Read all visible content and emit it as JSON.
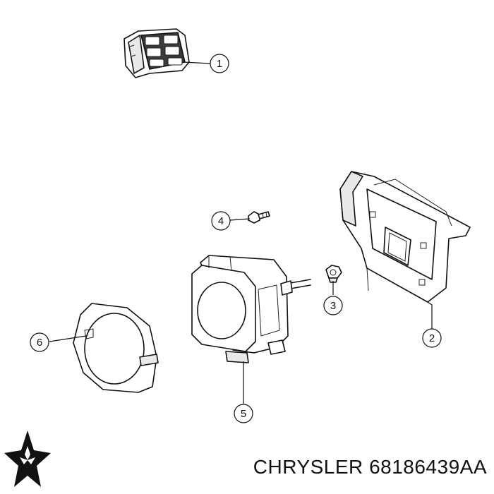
{
  "diagram": {
    "callouts": [
      {
        "number": "1"
      },
      {
        "number": "2"
      },
      {
        "number": "3"
      },
      {
        "number": "4"
      },
      {
        "number": "5"
      },
      {
        "number": "6"
      }
    ]
  },
  "footer": {
    "brand": "CHRYSLER",
    "part_number": "68186439AA",
    "logo_icon": "chrysler-pentastar-icon"
  }
}
